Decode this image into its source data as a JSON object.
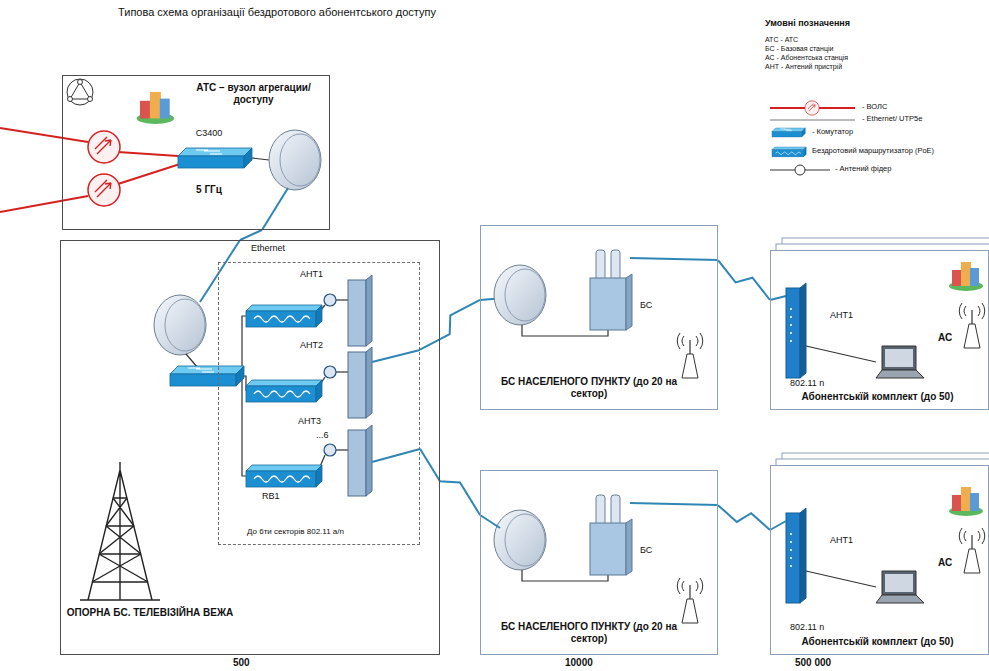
{
  "diagram": {
    "title": "Типова схема організації бездротового абонентського доступу",
    "nodes": [
      {
        "text": [
          "АТС – вузол агрегации/ доступу"
        ]
      },
      {
        "text": [
          "C3400",
          "5 ГГц"
        ],
        "in": 0
      },
      {
        "text": [
          "ОПОРНА БС. ТЕЛЕВІЗІЙНА ВЕЖА"
        ]
      },
      {
        "text": [
          "До 6ти секторів 802.11 а/n"
        ],
        "in": 2
      },
      {
        "text": [
          "БС НАСЕЛЕНОГО ПУНКТУ (до 20 на сектор)"
        ]
      },
      {
        "text": [
          "Абонентськїй комплект (до 50)"
        ]
      },
      {
        "text": [
          "БС НАСЕЛЕНОГО ПУНКТУ (до 20 на сектор)"
        ]
      },
      {
        "text": [
          "Абонентськїй комплект (до 50)"
        ]
      }
    ],
    "edges": [
      {
        "from": 0,
        "to": 2,
        "label": "Ethernet",
        "arrow": "none"
      },
      {
        "from": 3,
        "to": 4,
        "arrow": "none"
      },
      {
        "from": 4,
        "to": 5,
        "arrow": "none"
      },
      {
        "from": 3,
        "to": 6,
        "arrow": "none"
      },
      {
        "from": 6,
        "to": 7,
        "arrow": "none"
      }
    ],
    "labels": [
      "Умовні позначення",
      "АТС - АТС",
      "БС - Базовая станціи",
      "АС - Абонентська станція",
      "АНТ - Антений пристрій",
      "АНТ1",
      "АНТ2",
      "АНТ3",
      "...6",
      "RB1",
      "БС",
      "АНТ1",
      "АС",
      "802.11 n",
      "БС",
      "АНТ1",
      "АС",
      "802.11 n",
      "500",
      "10000",
      "500 000"
    ],
    "legend": [
      {
        "text": "- ВОЛС"
      },
      {
        "text": "- Ethernet/ UTP5e"
      },
      {
        "text": "- Комутатор"
      },
      {
        "text": "Бездротовий маршрутизатор (PoE)"
      },
      {
        "text": "- Антений фідер"
      }
    ]
  }
}
